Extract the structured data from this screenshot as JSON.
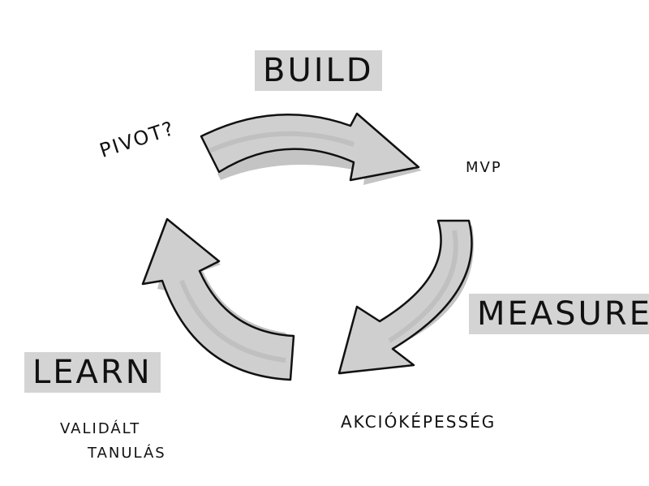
{
  "labels": {
    "build": "BUILD",
    "measure": "MEASURE",
    "learn": "LEARN",
    "pivot": "PIVOT?",
    "mvp": "MVP",
    "action": "AKCIÓKÉPESSÉG",
    "validated_line1": "VALIDÁLT",
    "validated_line2": "TANULÁS"
  },
  "colors": {
    "arrow_fill": "#cfcfcf",
    "arrow_stroke": "#111111",
    "highlight": "#d4d4d4",
    "shadow": "#8a8a8a"
  }
}
